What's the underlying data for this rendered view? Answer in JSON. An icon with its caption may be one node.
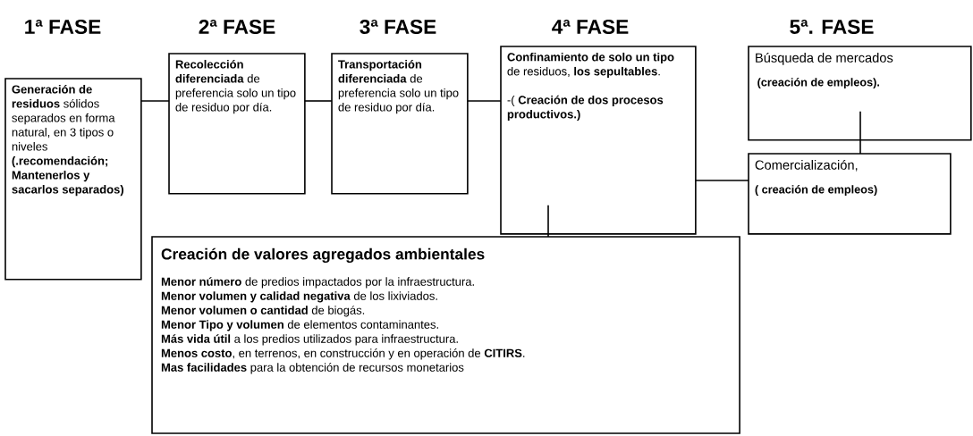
{
  "diagram": {
    "nodes": [
      {
        "text": [
          "**Generación de residuos** sólidos separados en forma natural, en 3 tipos o niveles **(.recomendación; Mantenerlos y sacarlos separados)**"
        ]
      },
      {
        "text": [
          "**Recolección diferenciada** de preferencia solo un tipo de residuo por día."
        ]
      },
      {
        "text": [
          "**Transportación diferenciada** de preferencia solo un tipo de residuo por día."
        ]
      },
      {
        "text": [
          "**Confinamiento de solo un tipo** de residuos, **los sepultables**.",
          "-( **Creación de dos procesos productivos.)**"
        ]
      },
      {
        "text": [
          "Búsqueda de mercados",
          "(creación de empleos)."
        ]
      },
      {
        "text": [
          "Comercialización,",
          "( creación de empleos)"
        ]
      },
      {
        "text": [
          "Creación de valores agregados ambientales",
          "**Menor número** de predios impactados por la infraestructura.",
          "**Menor volumen y calidad negativa** de los lixiviados.",
          "**Menor volumen o cantidad** de biogás.",
          "**Menor Tipo y volumen** de elementos contaminantes.",
          "**Más vida útil** a los predios utilizados para infraestructura.",
          "**Menos costo**, en terrenos, en construcción y  en operación de **CITIRS**.",
          "**Mas facilidades** para la obtención de recursos monetarios"
        ]
      }
    ],
    "edges": [
      {
        "from": 0,
        "to": 1,
        "arrow": "none"
      },
      {
        "from": 1,
        "to": 2,
        "arrow": "none"
      },
      {
        "from": 2,
        "to": 3,
        "arrow": "none"
      },
      {
        "from": 3,
        "to": 5,
        "arrow": "none"
      },
      {
        "from": 4,
        "to": 5,
        "arrow": "none"
      },
      {
        "from": 3,
        "to": 6,
        "arrow": "none"
      }
    ],
    "labels": [
      "1ª FASE",
      "2ª FASE",
      "3ª FASE",
      "4ª FASE",
      "5ª. FASE"
    ]
  }
}
